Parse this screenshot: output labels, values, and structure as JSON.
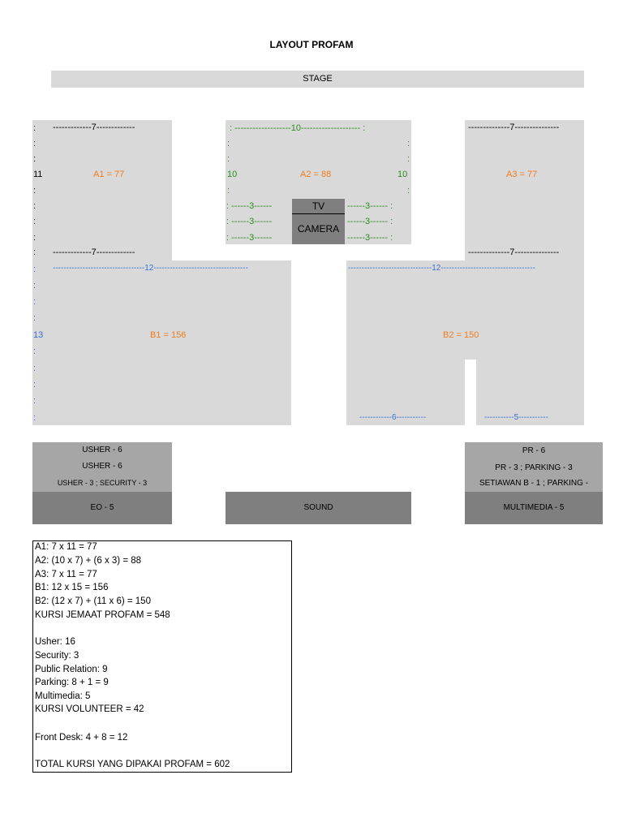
{
  "title": "LAYOUT PROFAM",
  "stage": "STAGE",
  "a1": {
    "top_dash": "-------------7-------------",
    "row_label": "11",
    "area": "A1 = 77",
    "bottom_dash": "-------------7-------------"
  },
  "a2": {
    "top_dash": ": -------------------10-------------------- :",
    "left_count": "10",
    "right_count": "10",
    "area": "A2 = 88",
    "side_dash": ": ------3------",
    "right_dash": "------3------ :",
    "tv": "TV",
    "camera": "CAMERA"
  },
  "a3": {
    "top_dash": "--------------7---------------",
    "area": "A3 = 77",
    "bottom_dash": "--------------7---------------"
  },
  "b1": {
    "top_dash": "----------------------------------12-----------------------------------",
    "row_label": "13",
    "area": "B1 = 156"
  },
  "b2": {
    "top_dash": "-------------------------------12-----------------------------------",
    "area": "B2 = 150",
    "dash_left": "------------6-----------",
    "dash_right": "-----------5-----------"
  },
  "colon": ":",
  "left_boxes": {
    "l1": "USHER - 6",
    "l2": "USHER - 6",
    "l3": "USHER - 3 ; SECURITY - 3",
    "bottom": "EO - 5"
  },
  "center_box": "SOUND",
  "right_boxes": {
    "l1": "PR - 6",
    "l2": "PR - 3 ; PARKING - 3",
    "l3": "SETIAWAN B - 1 ; PARKING -",
    "bottom": "MULTIMEDIA - 5"
  },
  "summary": [
    "A1: 7 x 11 = 77",
    "A2: (10 x 7) + (6 x 3) = 88",
    "A3: 7 x 11 = 77",
    "B1: 12 x 15 = 156",
    "B2: (12 x 7) + (11 x 6) = 150",
    "KURSI JEMAAT PROFAM = 548",
    "",
    "Usher: 16",
    "Security: 3",
    "Public Relation: 9",
    "Parking: 8 + 1 = 9",
    "Multimedia: 5",
    "KURSI VOLUNTEER = 42",
    "",
    "Front Desk: 4 + 8 = 12",
    "",
    "TOTAL KURSI YANG DIPAKAI PROFAM = 602"
  ],
  "colors": {
    "block": "#d9d9d9",
    "dark": "#7f7f7f",
    "mid": "#a6a6a6",
    "green": "#2e8b22",
    "blue": "#3a6fd8",
    "orange": "#f07c1f"
  }
}
